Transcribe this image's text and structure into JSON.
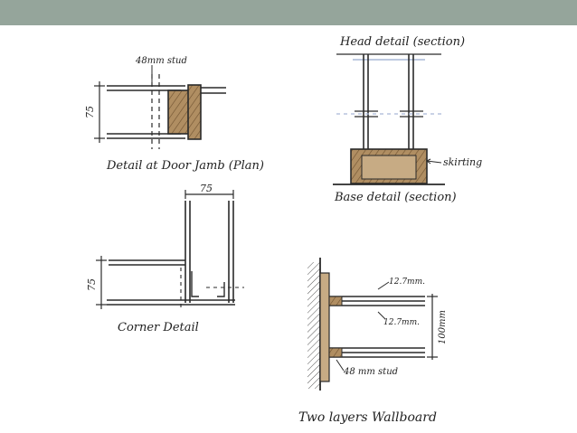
{
  "header": {
    "color": "#95a59b"
  },
  "colors": {
    "ink": "#2a2a2a",
    "wood": "#9c7a52",
    "blue_line": "#a9b8d6"
  },
  "details": {
    "door_jamb": {
      "title": "Detail at Door Jamb (Plan)",
      "stud_label": "48mm stud",
      "dim_label": "75"
    },
    "head": {
      "title": "Head detail (section)"
    },
    "base": {
      "title": "Base detail (section)",
      "skirting_label": "skirting"
    },
    "corner": {
      "title": "Corner Detail",
      "top_dim": "75",
      "side_dim": "75"
    },
    "wallboard": {
      "title": "Two layers Wallboard",
      "layer_top": "12.7mm.",
      "layer_bottom": "12.7mm.",
      "height_dim": "100mm",
      "stud_label": "48 mm stud"
    }
  }
}
